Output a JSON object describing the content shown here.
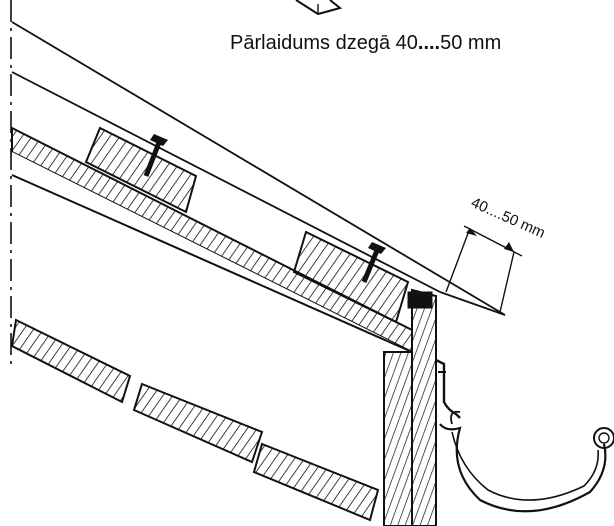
{
  "caption": {
    "prefix": "Pārlaidums dzegā 40",
    "dots": "....",
    "suffix": "50 mm"
  },
  "dimension_label": "40....50 mm"
}
